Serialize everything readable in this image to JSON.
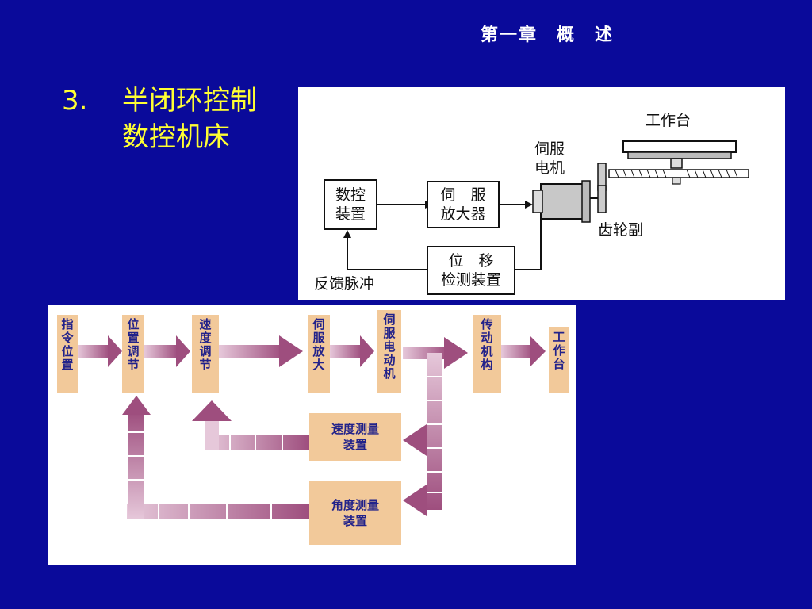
{
  "header": {
    "chapter": "第一章　概　述"
  },
  "title": {
    "number": "3.",
    "line1": "半闭环控制",
    "line2": "数控机床"
  },
  "top_diagram": {
    "table_label": "工作台",
    "motor_label": "伺服\n电机",
    "cnc_box": "数控\n装置",
    "amp_box": "伺　服\n放大器",
    "gear_label": "齿轮副",
    "sensor_box": "位　移\n检测装置",
    "feedback_label": "反馈脉冲"
  },
  "bottom_diagram": {
    "blocks": [
      {
        "name": "instruction-position",
        "label": "指令位置"
      },
      {
        "name": "position-regulator",
        "label": "位置调节"
      },
      {
        "name": "speed-regulator",
        "label": "速度调节"
      },
      {
        "name": "servo-amplifier",
        "label": "伺服放大"
      },
      {
        "name": "servo-motor",
        "label": "伺服电动机"
      },
      {
        "name": "transmission",
        "label": "传动机构"
      },
      {
        "name": "worktable",
        "label": "工作台"
      }
    ],
    "speed_sensor": "速度测量\n装置",
    "angle_sensor": "角度测量\n装置"
  },
  "colors": {
    "background": "#0a0a9a",
    "header_text": "#ffffff",
    "title_text": "#ffff33",
    "block_fill": "#f2c99a",
    "block_text": "#22228a",
    "arrow_dark": "#9e4e7e",
    "arrow_light": "#e6c8da"
  }
}
